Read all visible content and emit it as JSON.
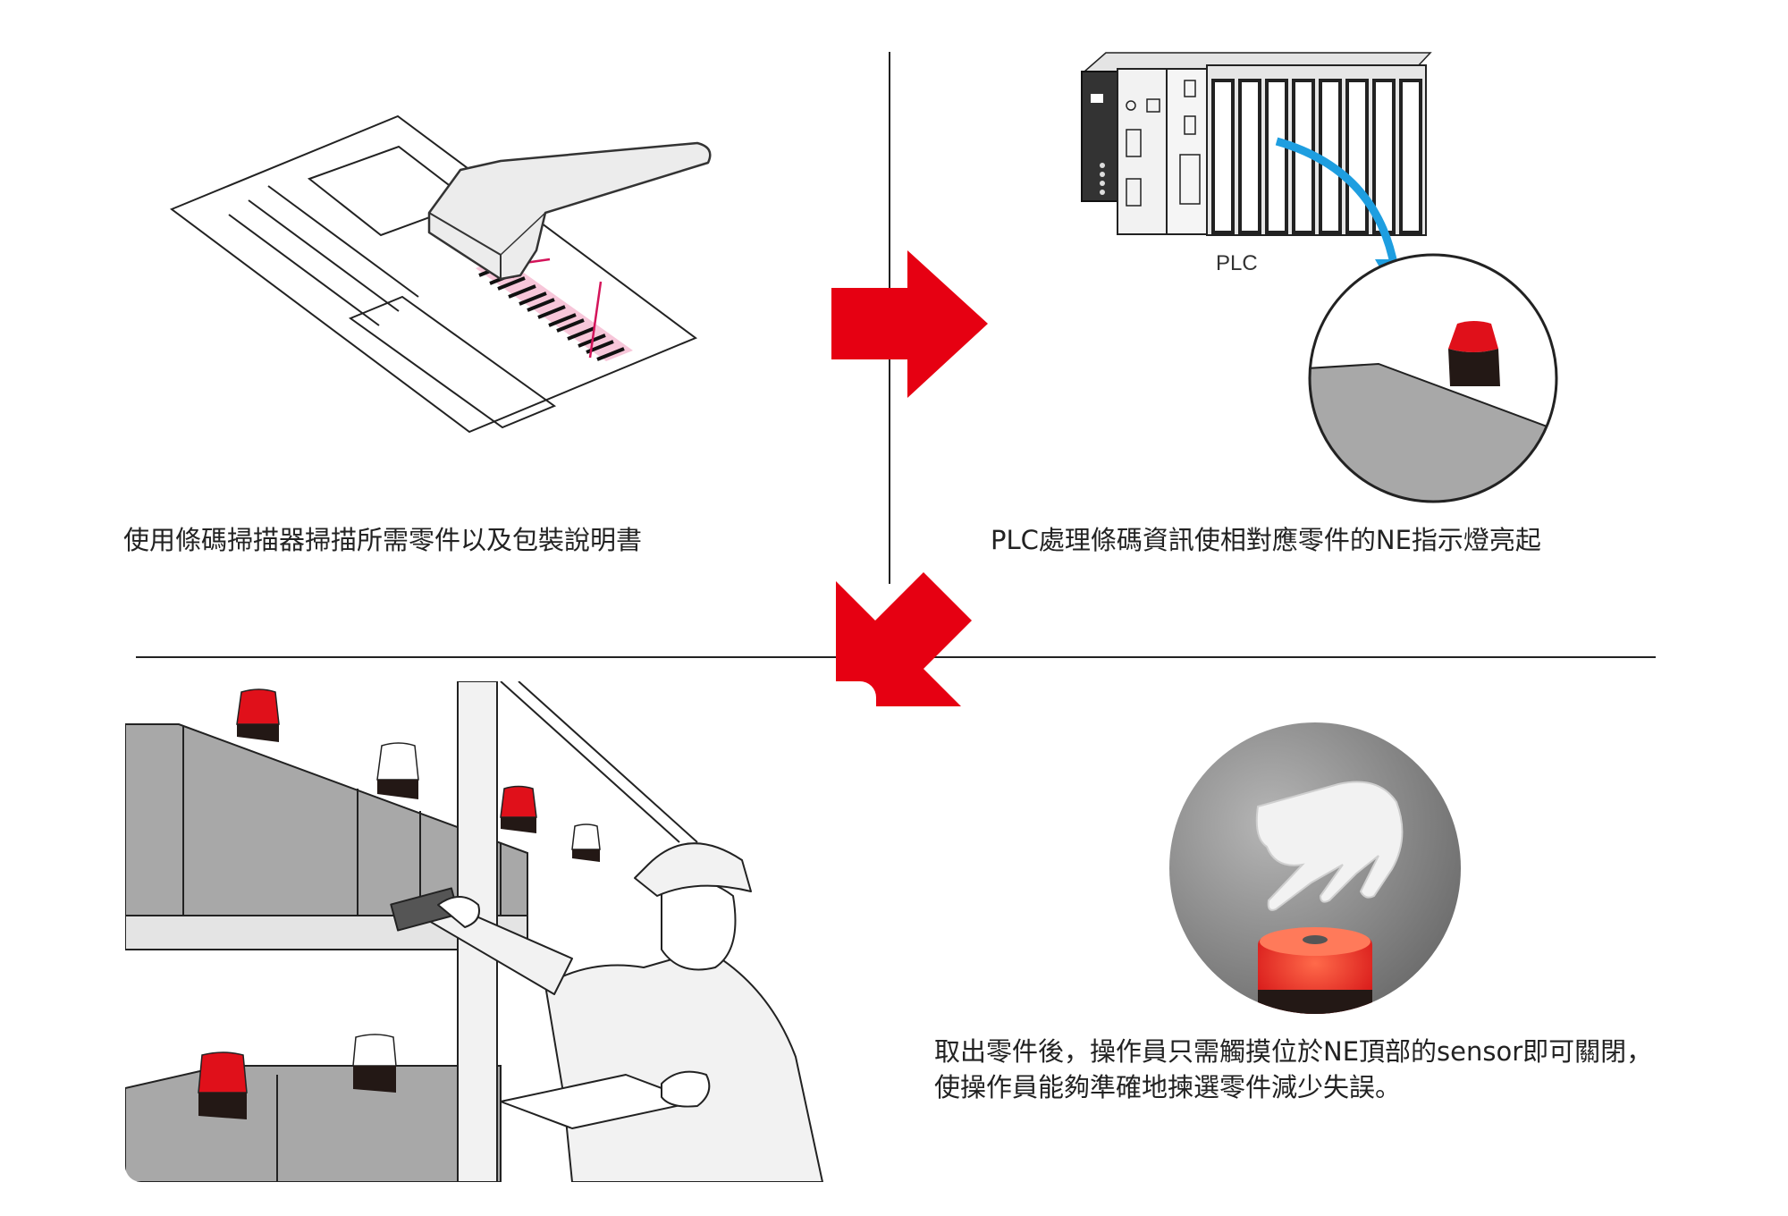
{
  "steps": [
    {
      "caption": "使用條碼掃描器掃描所需零件以及包裝說明書"
    },
    {
      "caption": "PLC處理條碼資訊使相對應零件的NE指示燈亮起",
      "device_label": "PLC"
    },
    {
      "caption_lines": [
        "取出零件後，操作員只需觸摸位於NE頂部的sensor即可關閉，",
        "使操作員能夠準確地揀選零件減少失誤。"
      ]
    }
  ],
  "colors": {
    "arrow": "#e60012",
    "lamp_red": "#e0101a",
    "lamp_base": "#231815",
    "scan_line": "#d4145a",
    "flow_arrow": "#1e9ee0",
    "shelf_gray": "#a8a8a8"
  },
  "icons": [
    "barcode-scanner-icon",
    "plc-controller-icon",
    "indicator-lamp-icon",
    "right-arrow-icon",
    "down-left-arrow-icon"
  ]
}
